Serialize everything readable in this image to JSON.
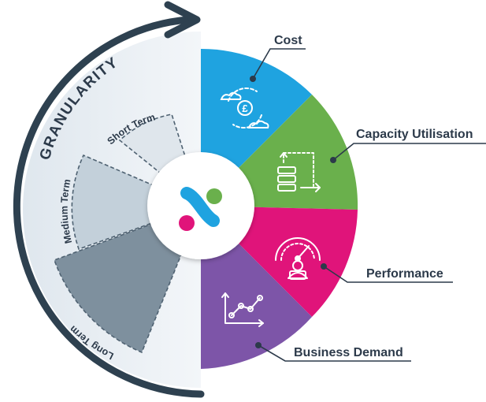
{
  "left": {
    "arc_label": "GRANULARITY",
    "terms": [
      {
        "label": "Short Term"
      },
      {
        "label": "Medium Term"
      },
      {
        "label": "Long Term"
      }
    ]
  },
  "right": {
    "segments": [
      {
        "label": "Cost",
        "color": "#1fa3e0",
        "icon": "coins-cycle-icon"
      },
      {
        "label": "Capacity Utilisation",
        "color": "#6ab04c",
        "icon": "server-capacity-icon"
      },
      {
        "label": "Performance",
        "color": "#e0147a",
        "icon": "gauge-user-icon"
      },
      {
        "label": "Business Demand",
        "color": "#7d55a8",
        "icon": "trend-chart-icon"
      }
    ]
  },
  "center": {
    "logo": "brand-logo-icon"
  },
  "colors": {
    "arrow": "#2e4150",
    "label_text": "#2c3a4a",
    "long_term": "#7e909e",
    "medium_term": "#c3d0da",
    "short_term": "#dfe6ec"
  }
}
